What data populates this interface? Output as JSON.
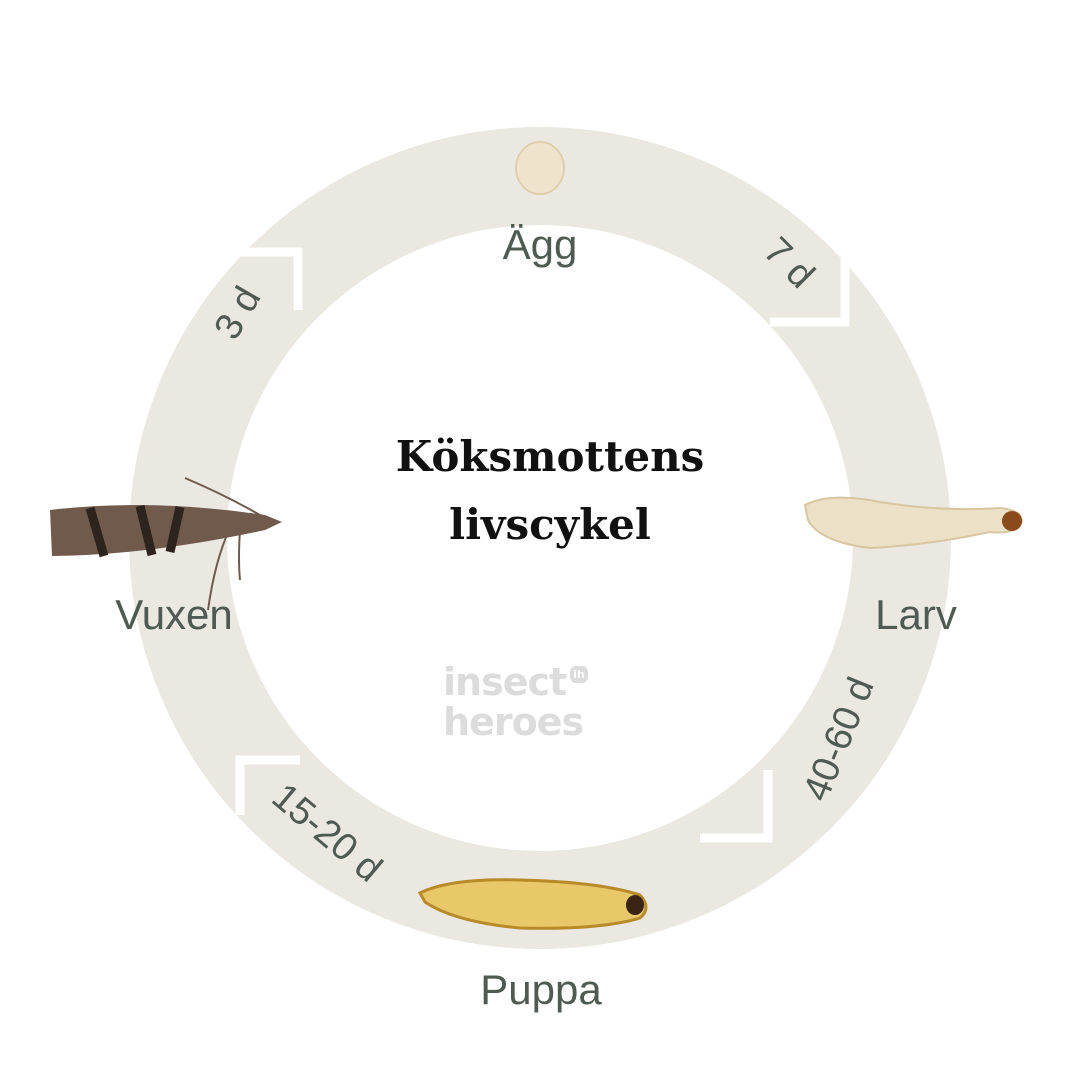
{
  "title": {
    "line1": "Köksmottens",
    "line2": "livscykel"
  },
  "stages": {
    "egg": "Ägg",
    "larva": "Larv",
    "pupa": "Puppa",
    "adult": "Vuxen"
  },
  "durations": {
    "egg_to_larva": "7 d",
    "larva_to_pupa": "40-60 d",
    "pupa_to_adult": "15-20 d",
    "adult_to_egg": "3 d"
  },
  "logo": {
    "line1": "insect",
    "line2": "heroes",
    "badge": "ih"
  },
  "colors": {
    "ring": "#ebe7e1",
    "text": "#4e5a52"
  }
}
